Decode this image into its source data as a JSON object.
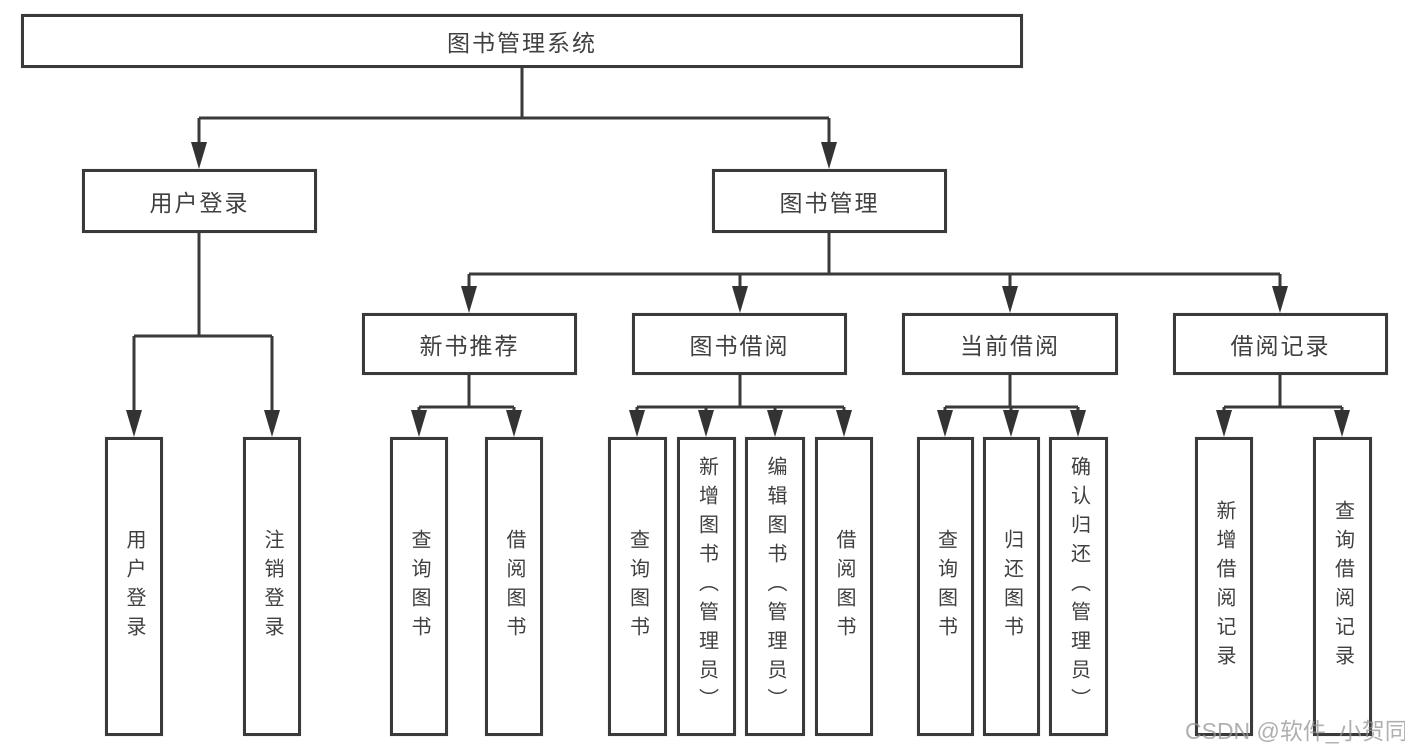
{
  "tree": {
    "label": "图书管理系统",
    "children": [
      {
        "label": "用户登录",
        "children": [
          {
            "label": "用户登录"
          },
          {
            "label": "注销登录"
          }
        ]
      },
      {
        "label": "图书管理",
        "children": [
          {
            "label": "新书推荐",
            "children": [
              {
                "label": "查询图书"
              },
              {
                "label": "借阅图书"
              }
            ]
          },
          {
            "label": "图书借阅",
            "children": [
              {
                "label": "查询图书"
              },
              {
                "label": "新增图书（管理员）"
              },
              {
                "label": "编辑图书（管理员）"
              },
              {
                "label": "借阅图书"
              }
            ]
          },
          {
            "label": "当前借阅",
            "children": [
              {
                "label": "查询图书"
              },
              {
                "label": "归还图书"
              },
              {
                "label": "确认归还（管理员）"
              }
            ]
          },
          {
            "label": "借阅记录",
            "children": [
              {
                "label": "新增借阅记录"
              },
              {
                "label": "查询借阅记录"
              }
            ]
          }
        ]
      }
    ]
  },
  "watermark": {
    "text": "CSDN @软件_小贺同学"
  },
  "colors": {
    "line": "#3a3a3a",
    "text": "#404040",
    "box_background": "#ffffff",
    "watermark": "#c2c2c2",
    "background": "#ffffff"
  }
}
